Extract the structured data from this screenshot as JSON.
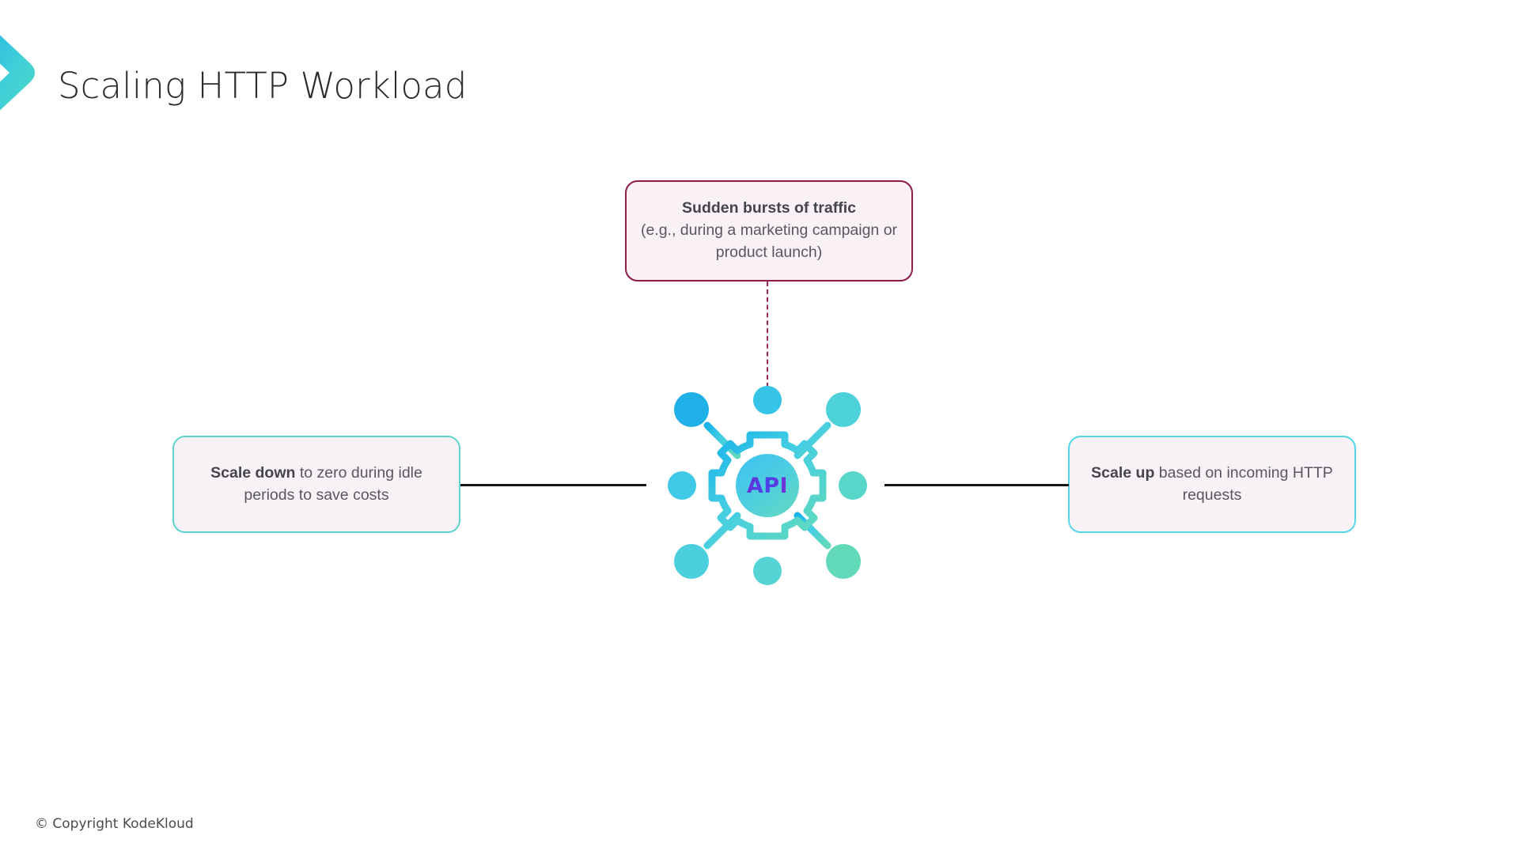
{
  "slide": {
    "title": "Scaling HTTP Workload",
    "background_color": "#ffffff",
    "copyright": "© Copyright KodeKloud"
  },
  "logo": {
    "icon": "chevron-right-logo",
    "gradient_from": "#2bb7e8",
    "gradient_to": "#4ad6c8"
  },
  "hub": {
    "icon": "api-gear-network-icon",
    "label": "API",
    "label_gradient_from": "#6b2fd6",
    "label_gradient_to": "#7b2fd0",
    "core_gradient_from": "#3fc3f0",
    "core_gradient_to": "#5ed6c4",
    "gear_color_from": "#22b6e6",
    "gear_color_to": "#5fd9bf",
    "node_count": 8
  },
  "callouts": [
    {
      "id": "burst",
      "name": "sudden-bursts-of-traffic",
      "bold": "Sudden bursts of traffic",
      "rest": "(e.g., during a marketing campaign or product launch)",
      "border_color": "#8d1a48",
      "fill_color": "#f9f1f5",
      "connector": "dashed",
      "connector_color": "#a0275c",
      "position": "top"
    },
    {
      "id": "scale_down",
      "name": "scale-down-to-zero",
      "bold": "Scale down",
      "rest": " to zero during idle periods to save costs",
      "border_color": "#5fd2cd",
      "fill_color": "#f8f2f7",
      "connector": "solid",
      "connector_color": "#17171a",
      "position": "left"
    },
    {
      "id": "scale_up",
      "name": "scale-up-on-http-requests",
      "bold": "Scale up",
      "rest": " based on incoming HTTP requests",
      "border_color": "#54d7e6",
      "fill_color": "#f8f2f7",
      "connector": "solid",
      "connector_color": "#17171a",
      "position": "right"
    }
  ]
}
